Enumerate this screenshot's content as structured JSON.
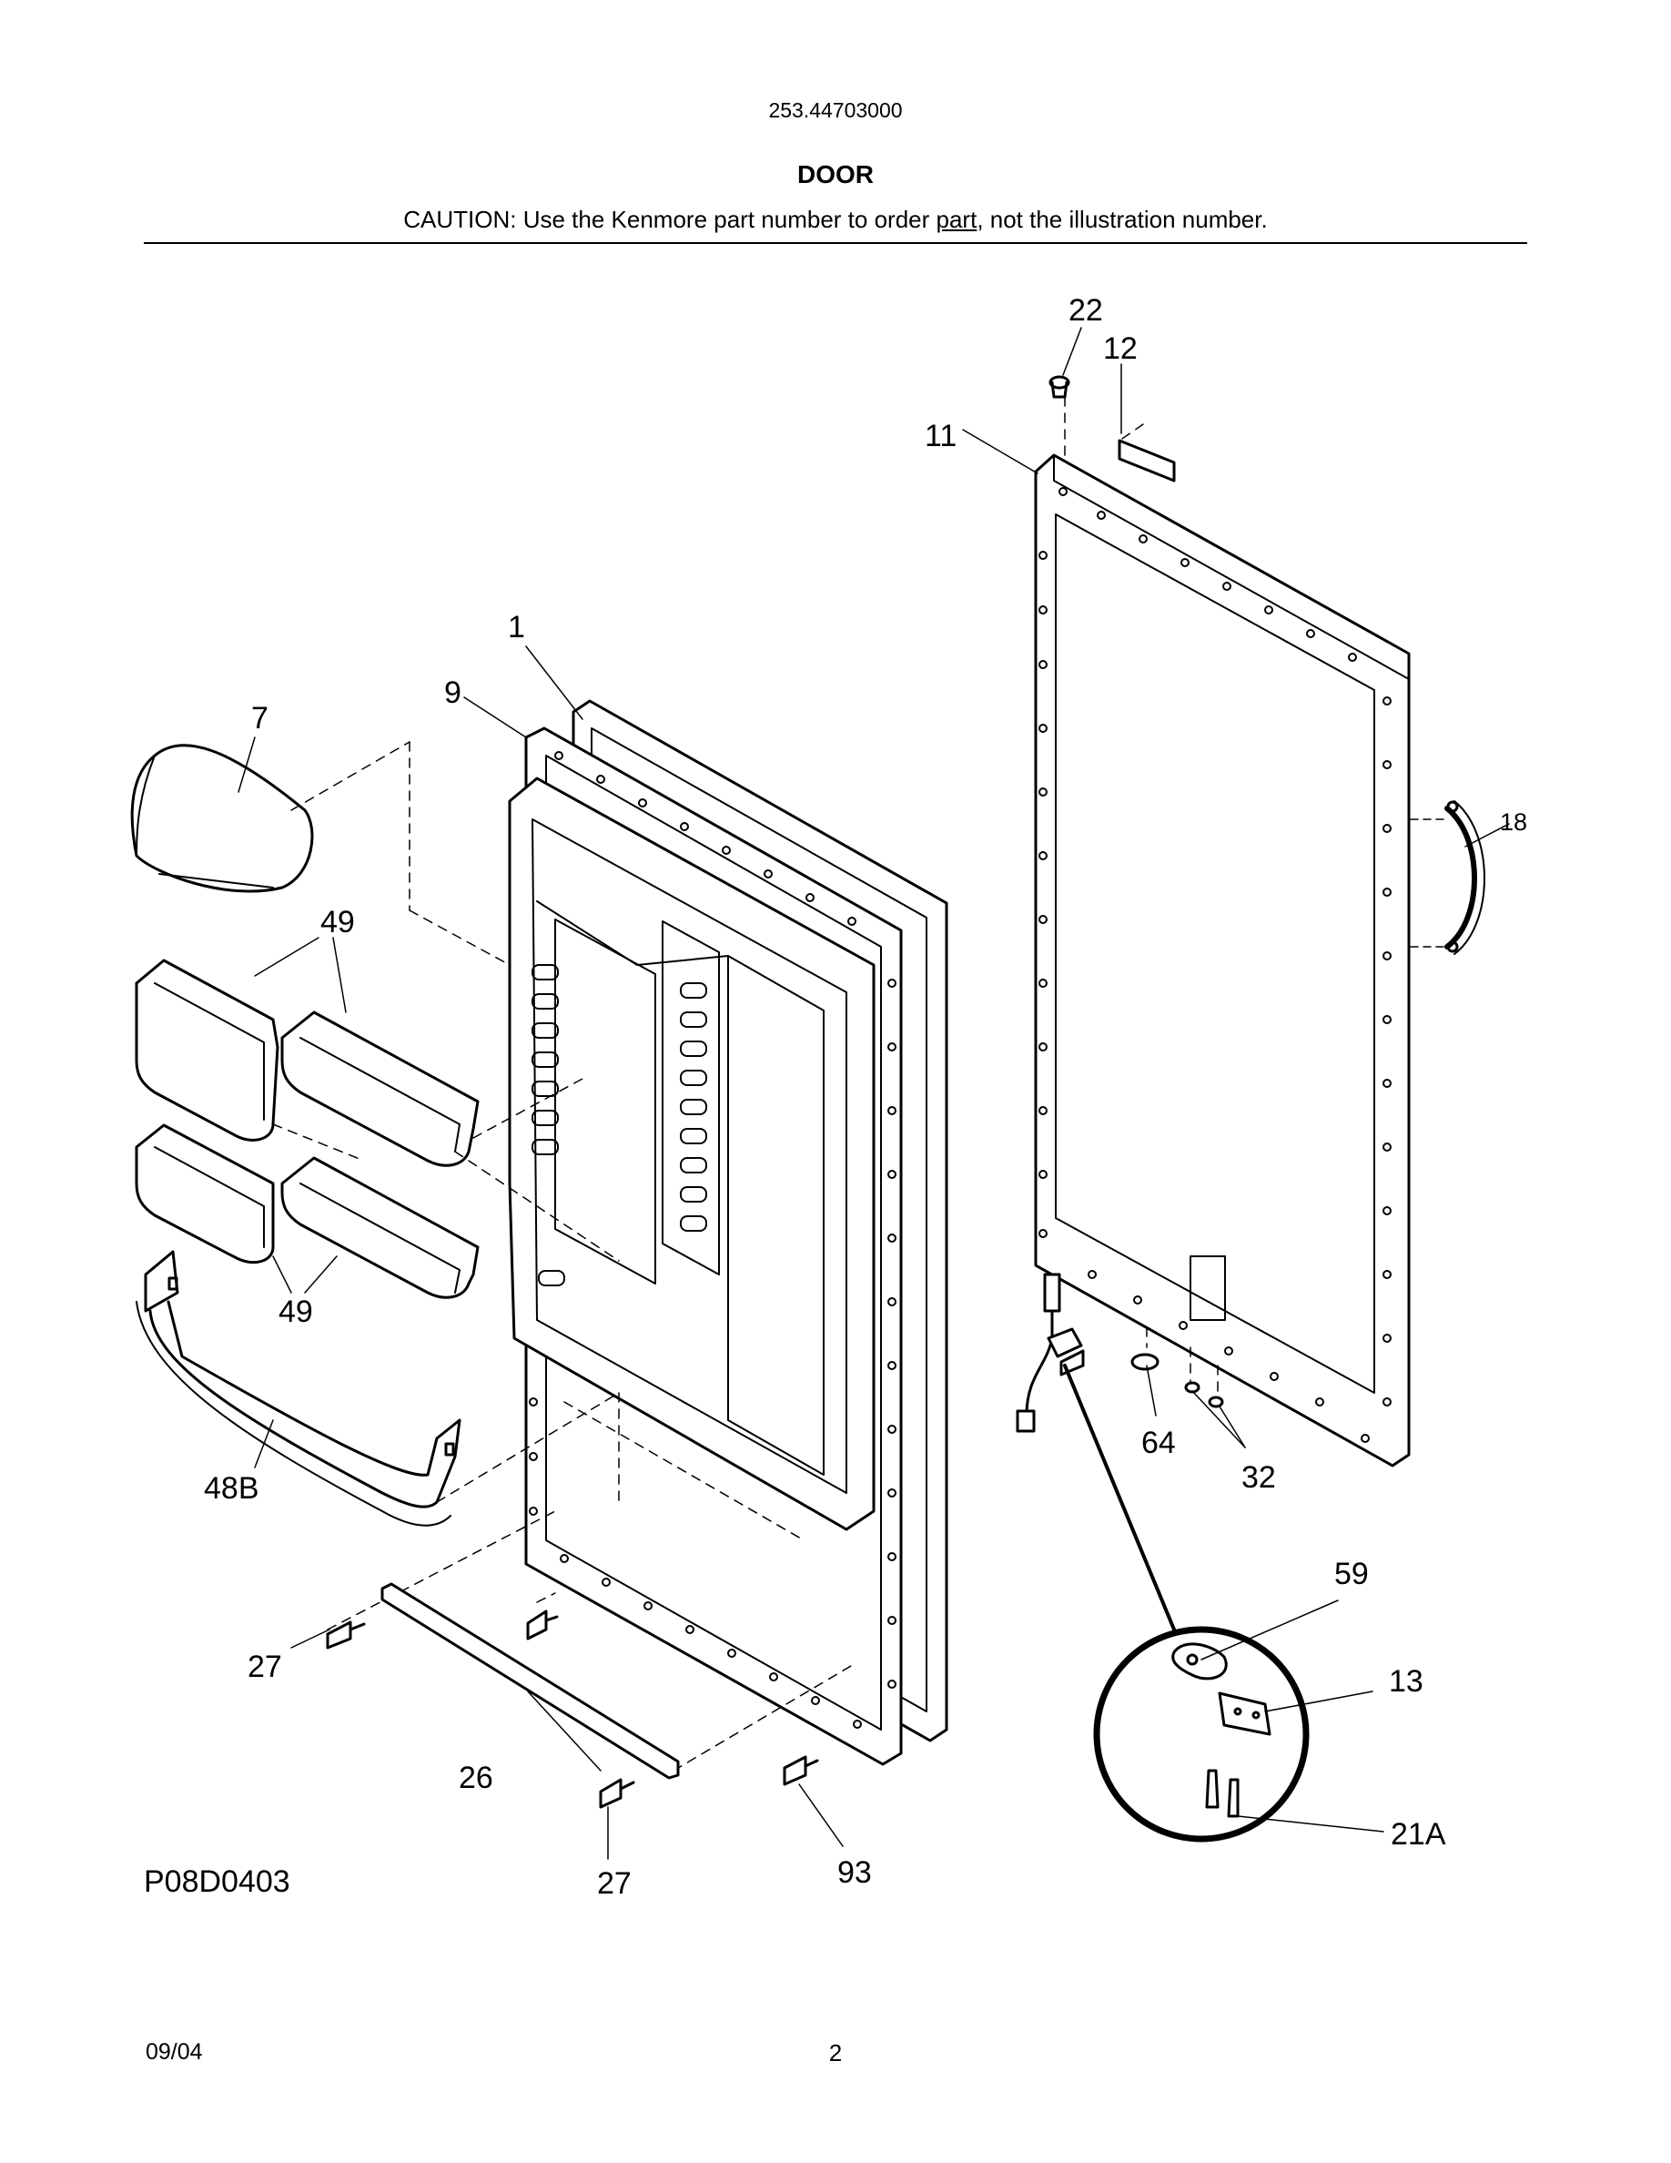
{
  "header": {
    "model_number": "253.44703000",
    "section_title": "DOOR",
    "caution_prefix": "CAUTION: Use the Kenmore part number to order ",
    "caution_underlined": "part",
    "caution_suffix": ", not the illustration number."
  },
  "diagram": {
    "code": "P08D0403",
    "callouts": [
      {
        "id": "22"
      },
      {
        "id": "12"
      },
      {
        "id": "11"
      },
      {
        "id": "1"
      },
      {
        "id": "9"
      },
      {
        "id": "7"
      },
      {
        "id": "18"
      },
      {
        "id": "49a",
        "label": "49"
      },
      {
        "id": "49b",
        "label": "49"
      },
      {
        "id": "48B"
      },
      {
        "id": "64"
      },
      {
        "id": "32"
      },
      {
        "id": "59"
      },
      {
        "id": "13"
      },
      {
        "id": "21A"
      },
      {
        "id": "27a",
        "label": "27"
      },
      {
        "id": "27b",
        "label": "27"
      },
      {
        "id": "26"
      },
      {
        "id": "93"
      }
    ],
    "labels": {
      "c22": "22",
      "c12": "12",
      "c11": "11",
      "c1": "1",
      "c9": "9",
      "c7": "7",
      "c18": "18",
      "c49a": "49",
      "c49b": "49",
      "c48B": "48B",
      "c64": "64",
      "c32": "32",
      "c59": "59",
      "c13": "13",
      "c21A": "21A",
      "c27a": "27",
      "c27b": "27",
      "c26": "26",
      "c93": "93"
    }
  },
  "footer": {
    "date": "09/04",
    "page_number": "2"
  }
}
